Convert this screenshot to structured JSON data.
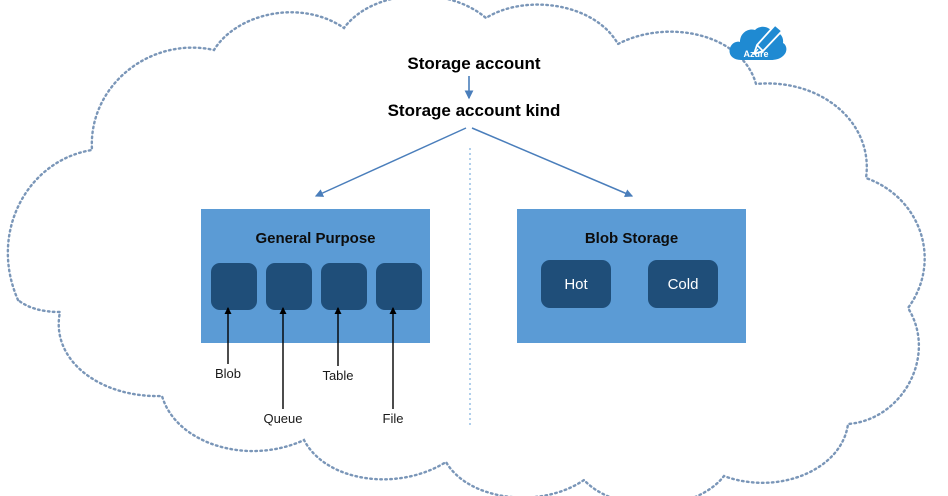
{
  "diagram": {
    "title": "Storage account",
    "subtitle": "Storage account kind",
    "container_shape": "cloud",
    "colors": {
      "cloud_outline": "#7a96b8",
      "box_fill": "#5b9bd5",
      "tile_fill": "#1f4e79",
      "arrow_blue": "#4a7ebb",
      "divider": "#9dc3e6",
      "leader_black": "#000000",
      "azure_logo": "#1f8ad2",
      "text": "#000000",
      "tile_text": "#ffffff"
    },
    "divider": {
      "name": "vertical-dashed-divider",
      "style": "dashed"
    }
  },
  "branches": [
    {
      "id": "general-purpose",
      "label": "General Purpose",
      "tiles": [
        {
          "id": "blob",
          "tile_label": "",
          "leader_label": "Blob"
        },
        {
          "id": "queue",
          "tile_label": "",
          "leader_label": "Queue"
        },
        {
          "id": "table",
          "tile_label": "",
          "leader_label": "Table"
        },
        {
          "id": "file",
          "tile_label": "",
          "leader_label": "File"
        }
      ]
    },
    {
      "id": "blob-storage",
      "label": "Blob Storage",
      "tiles": [
        {
          "id": "hot",
          "tile_label": "Hot",
          "leader_label": ""
        },
        {
          "id": "cold",
          "tile_label": "Cold",
          "leader_label": ""
        }
      ]
    }
  ],
  "logo": {
    "name": "azure-logo",
    "text": "Azure"
  }
}
